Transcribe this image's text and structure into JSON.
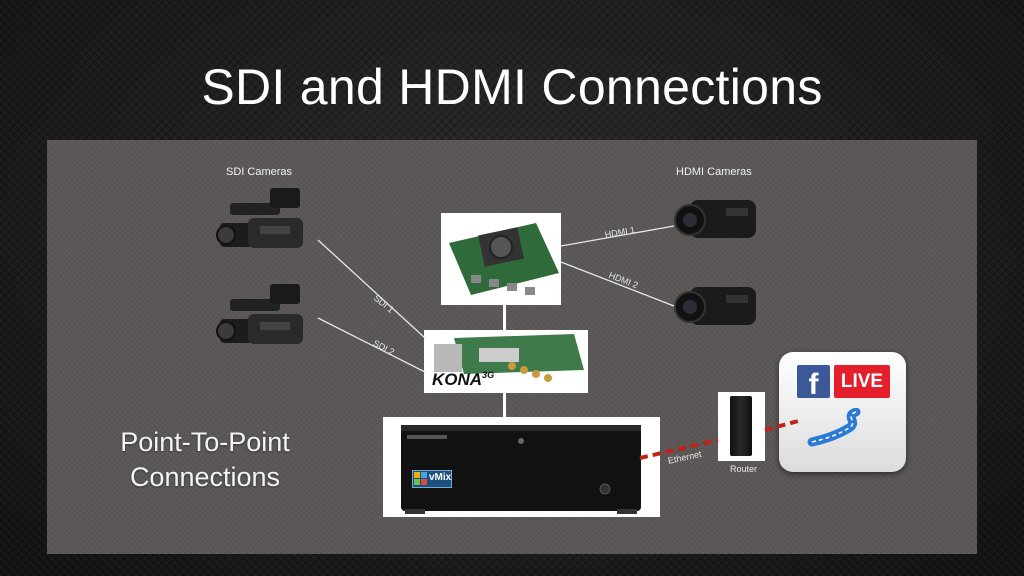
{
  "slide": {
    "title": "SDI and HDMI Connections"
  },
  "labels": {
    "sdi_cameras": "SDI Cameras",
    "hdmi_cameras": "HDMI Cameras",
    "sdi1": "SDI 1",
    "sdi2": "SDI 2",
    "hdmi1": "HDMI 1",
    "hdmi2": "HDMI 2",
    "ethernet": "Ethernet",
    "router": "Router",
    "point_to_point_line1": "Point-To-Point",
    "point_to_point_line2": "Connections"
  },
  "devices": {
    "kona_logo": "KONA",
    "kona_sup": "3G",
    "vmix_logo": "vMix",
    "fb_logo": "f",
    "live_badge": "LIVE"
  },
  "colors": {
    "panel": "#5a5756",
    "ethernet_dash": "#c0231c",
    "facebook_blue": "#3b5998",
    "live_red": "#e41e2a"
  }
}
